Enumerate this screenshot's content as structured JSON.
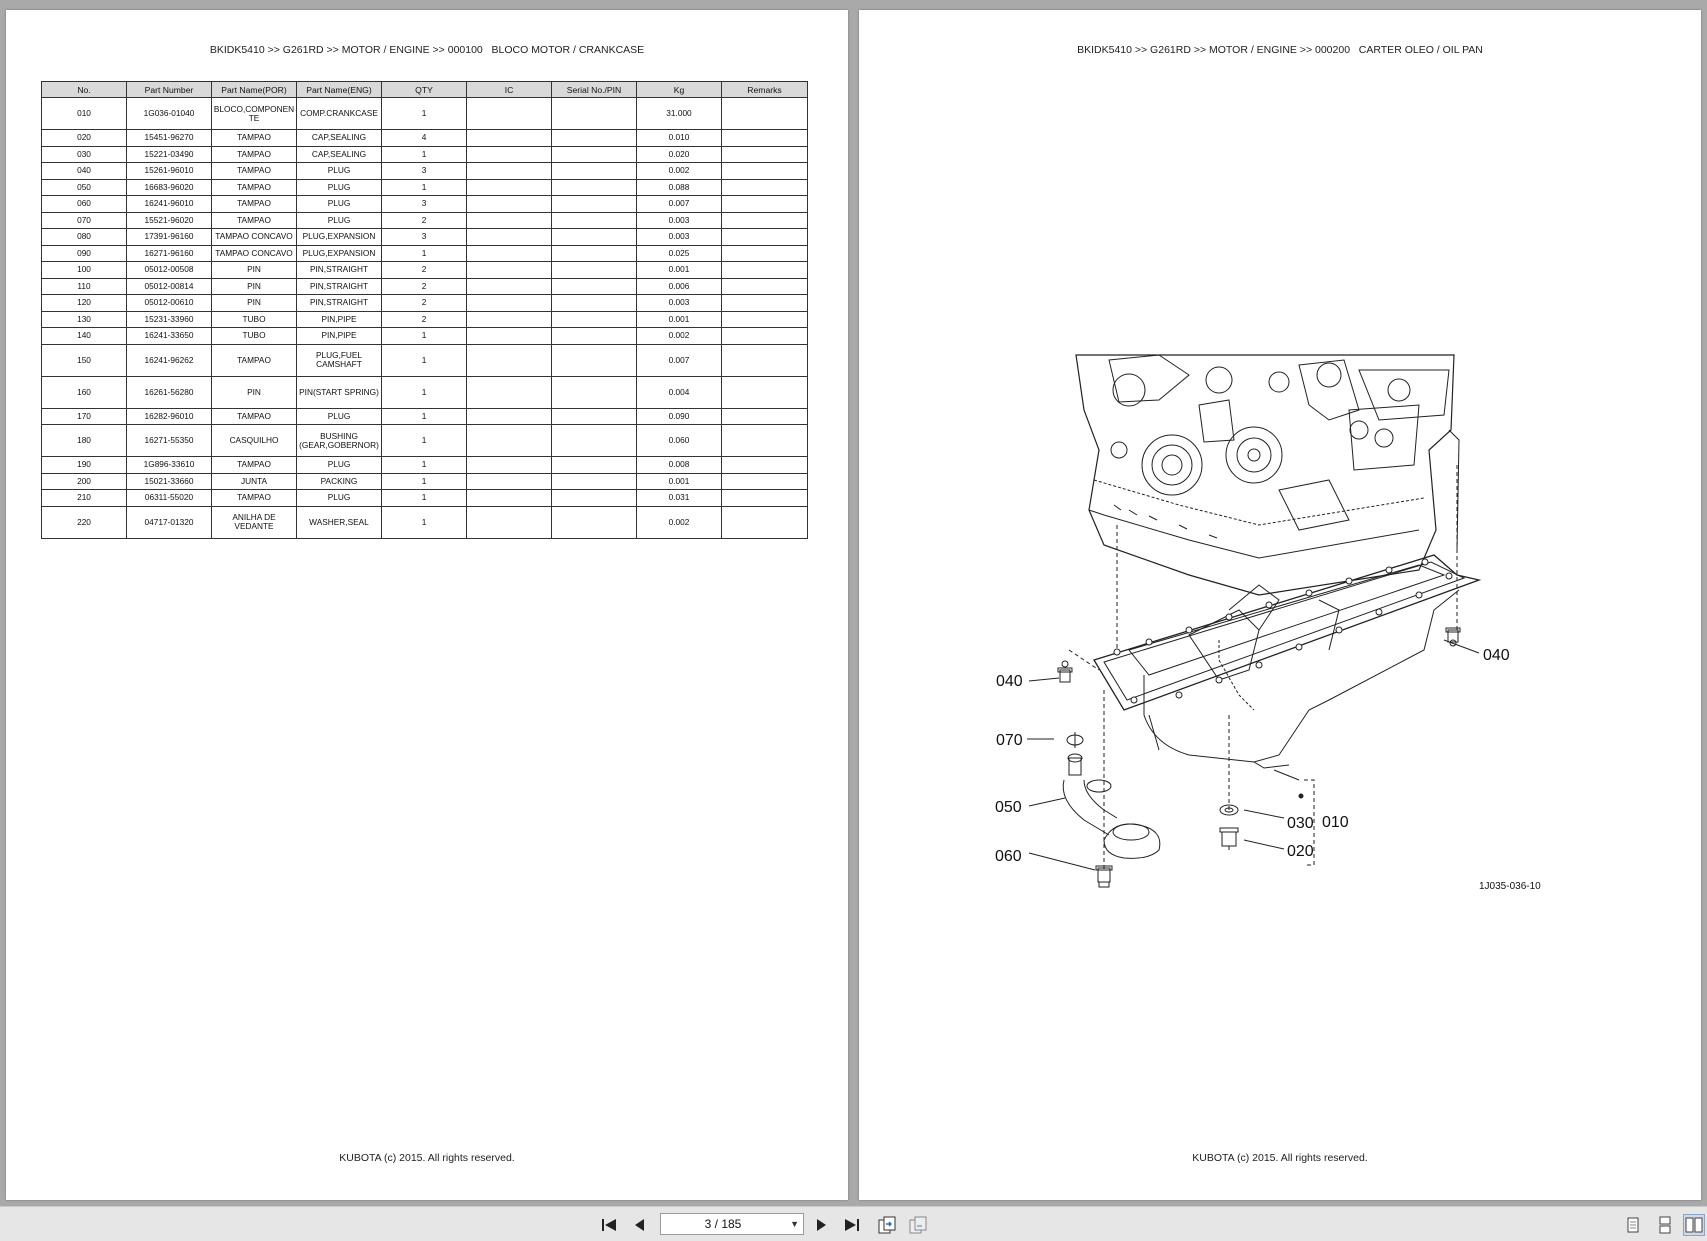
{
  "left_page": {
    "header": "BKIDK5410 >> G261RD >> MOTOR / ENGINE >> 000100   BLOCO MOTOR / CRANKCASE",
    "footer": "KUBOTA (c) 2015. All rights reserved.",
    "table": {
      "columns": [
        "No.",
        "Part Number",
        "Part Name(POR)",
        "Part Name(ENG)",
        "QTY",
        "IC",
        "Serial No./PIN",
        "Kg",
        "Remarks"
      ],
      "rows": [
        {
          "no": "010",
          "part_number": "1G036-01040",
          "name_por": "BLOCO,COMPONEN TE",
          "name_eng": "COMP.CRANKCASE",
          "qty": "1",
          "ic": "",
          "serial": "",
          "kg": "31.000",
          "remarks": ""
        },
        {
          "no": "020",
          "part_number": "15451-96270",
          "name_por": "TAMPAO",
          "name_eng": "CAP,SEALING",
          "qty": "4",
          "ic": "",
          "serial": "",
          "kg": "0.010",
          "remarks": ""
        },
        {
          "no": "030",
          "part_number": "15221-03490",
          "name_por": "TAMPAO",
          "name_eng": "CAP,SEALING",
          "qty": "1",
          "ic": "",
          "serial": "",
          "kg": "0.020",
          "remarks": ""
        },
        {
          "no": "040",
          "part_number": "15261-96010",
          "name_por": "TAMPAO",
          "name_eng": "PLUG",
          "qty": "3",
          "ic": "",
          "serial": "",
          "kg": "0.002",
          "remarks": ""
        },
        {
          "no": "050",
          "part_number": "16683-96020",
          "name_por": "TAMPAO",
          "name_eng": "PLUG",
          "qty": "1",
          "ic": "",
          "serial": "",
          "kg": "0.088",
          "remarks": ""
        },
        {
          "no": "060",
          "part_number": "16241-96010",
          "name_por": "TAMPAO",
          "name_eng": "PLUG",
          "qty": "3",
          "ic": "",
          "serial": "",
          "kg": "0.007",
          "remarks": ""
        },
        {
          "no": "070",
          "part_number": "15521-96020",
          "name_por": "TAMPAO",
          "name_eng": "PLUG",
          "qty": "2",
          "ic": "",
          "serial": "",
          "kg": "0.003",
          "remarks": ""
        },
        {
          "no": "080",
          "part_number": "17391-96160",
          "name_por": "TAMPAO CONCAVO",
          "name_eng": "PLUG,EXPANSION",
          "qty": "3",
          "ic": "",
          "serial": "",
          "kg": "0.003",
          "remarks": ""
        },
        {
          "no": "090",
          "part_number": "16271-96160",
          "name_por": "TAMPAO CONCAVO",
          "name_eng": "PLUG,EXPANSION",
          "qty": "1",
          "ic": "",
          "serial": "",
          "kg": "0.025",
          "remarks": ""
        },
        {
          "no": "100",
          "part_number": "05012-00508",
          "name_por": "PIN",
          "name_eng": "PIN,STRAIGHT",
          "qty": "2",
          "ic": "",
          "serial": "",
          "kg": "0.001",
          "remarks": ""
        },
        {
          "no": "110",
          "part_number": "05012-00814",
          "name_por": "PIN",
          "name_eng": "PIN,STRAIGHT",
          "qty": "2",
          "ic": "",
          "serial": "",
          "kg": "0.006",
          "remarks": ""
        },
        {
          "no": "120",
          "part_number": "05012-00610",
          "name_por": "PIN",
          "name_eng": "PIN,STRAIGHT",
          "qty": "2",
          "ic": "",
          "serial": "",
          "kg": "0.003",
          "remarks": ""
        },
        {
          "no": "130",
          "part_number": "15231-33960",
          "name_por": "TUBO",
          "name_eng": "PIN,PIPE",
          "qty": "2",
          "ic": "",
          "serial": "",
          "kg": "0.001",
          "remarks": ""
        },
        {
          "no": "140",
          "part_number": "16241-33650",
          "name_por": "TUBO",
          "name_eng": "PIN,PIPE",
          "qty": "1",
          "ic": "",
          "serial": "",
          "kg": "0.002",
          "remarks": ""
        },
        {
          "no": "150",
          "part_number": "16241-96262",
          "name_por": "TAMPAO",
          "name_eng": "PLUG,FUEL CAMSHAFT",
          "qty": "1",
          "ic": "",
          "serial": "",
          "kg": "0.007",
          "remarks": ""
        },
        {
          "no": "160",
          "part_number": "16261-56280",
          "name_por": "PIN",
          "name_eng": "PIN(START SPRING)",
          "qty": "1",
          "ic": "",
          "serial": "",
          "kg": "0.004",
          "remarks": ""
        },
        {
          "no": "170",
          "part_number": "16282-96010",
          "name_por": "TAMPAO",
          "name_eng": "PLUG",
          "qty": "1",
          "ic": "",
          "serial": "",
          "kg": "0.090",
          "remarks": ""
        },
        {
          "no": "180",
          "part_number": "16271-55350",
          "name_por": "CASQUILHO",
          "name_eng": "BUSHING (GEAR,GOBERNOR)",
          "qty": "1",
          "ic": "",
          "serial": "",
          "kg": "0.060",
          "remarks": ""
        },
        {
          "no": "190",
          "part_number": "1G896-33610",
          "name_por": "TAMPAO",
          "name_eng": "PLUG",
          "qty": "1",
          "ic": "",
          "serial": "",
          "kg": "0.008",
          "remarks": ""
        },
        {
          "no": "200",
          "part_number": "15021-33660",
          "name_por": "JUNTA",
          "name_eng": "PACKING",
          "qty": "1",
          "ic": "",
          "serial": "",
          "kg": "0.001",
          "remarks": ""
        },
        {
          "no": "210",
          "part_number": "06311-55020",
          "name_por": "TAMPAO",
          "name_eng": "PLUG",
          "qty": "1",
          "ic": "",
          "serial": "",
          "kg": "0.031",
          "remarks": ""
        },
        {
          "no": "220",
          "part_number": "04717-01320",
          "name_por": "ANILHA DE VEDANTE",
          "name_eng": "WASHER,SEAL",
          "qty": "1",
          "ic": "",
          "serial": "",
          "kg": "0.002",
          "remarks": ""
        }
      ]
    }
  },
  "right_page": {
    "header": "BKIDK5410 >> G261RD >> MOTOR / ENGINE >> 000200   CARTER OLEO / OIL PAN",
    "footer": "KUBOTA (c) 2015. All rights reserved.",
    "diagram": {
      "callouts": {
        "c040_left": "040",
        "c040_right": "040",
        "c070": "070",
        "c050": "050",
        "c060": "060",
        "c030": "030",
        "c020": "020",
        "c010": "010"
      },
      "figure_ref": "1J035-036-10"
    }
  },
  "toolbar": {
    "page_indicator": "3 / 185",
    "icons": [
      "first-page-icon",
      "prev-page-icon",
      "next-page-icon",
      "last-page-icon",
      "rotate-icon",
      "pages-icon",
      "single-page-icon",
      "continuous-page-icon",
      "two-page-icon"
    ]
  }
}
